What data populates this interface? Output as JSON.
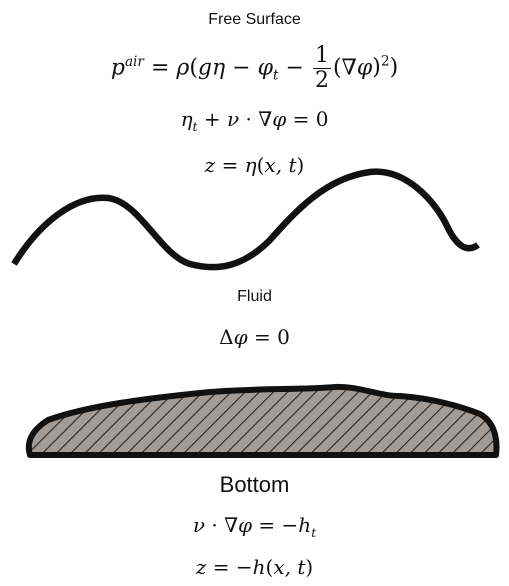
{
  "free_surface": {
    "title": "Free Surface"
  },
  "fluid": {
    "title": "Fluid"
  },
  "bottom": {
    "title": "Bottom"
  },
  "colors": {
    "stroke": "#111111",
    "hatch_fill": "#a39b96",
    "hatch_line": "#2a2420"
  }
}
